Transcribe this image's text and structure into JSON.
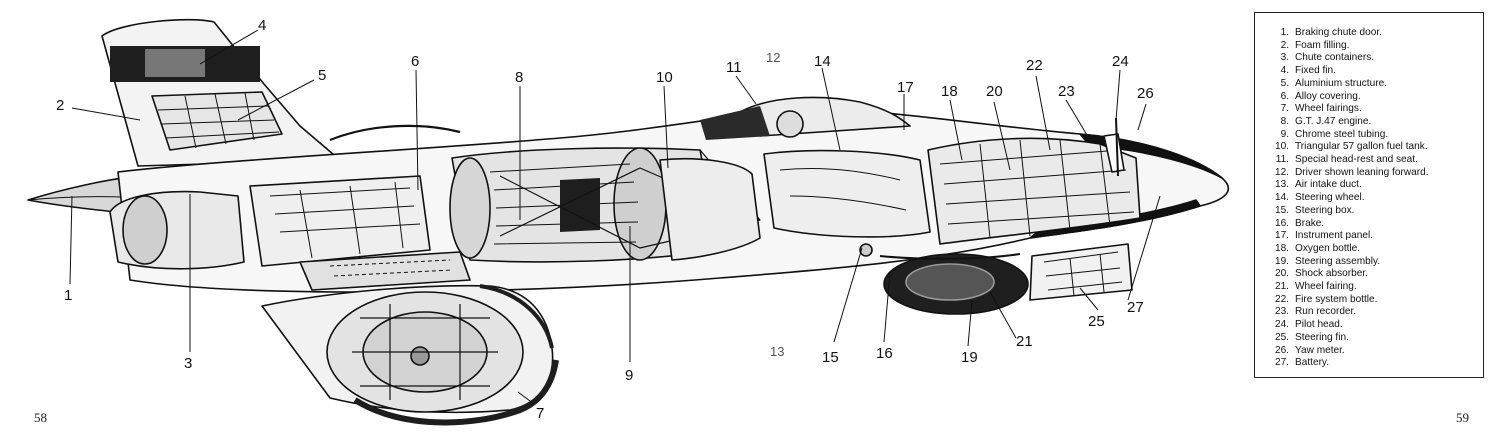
{
  "page": {
    "left_number": "58",
    "right_number": "59"
  },
  "legend": {
    "items": [
      {
        "n": "1.",
        "text": "Braking chute door."
      },
      {
        "n": "2.",
        "text": "Foam filling."
      },
      {
        "n": "3.",
        "text": "Chute containers."
      },
      {
        "n": "4.",
        "text": "Fixed fin."
      },
      {
        "n": "5.",
        "text": "Aluminium structure."
      },
      {
        "n": "6.",
        "text": "Alloy covering."
      },
      {
        "n": "7.",
        "text": "Wheel fairings."
      },
      {
        "n": "8.",
        "text": "G.T. J.47 engine."
      },
      {
        "n": "9.",
        "text": "Chrome steel tubing."
      },
      {
        "n": "10.",
        "text": "Triangular 57 gallon fuel tank."
      },
      {
        "n": "11.",
        "text": "Special head-rest and seat."
      },
      {
        "n": "12.",
        "text": "Driver shown leaning forward."
      },
      {
        "n": "13.",
        "text": "Air intake duct."
      },
      {
        "n": "14.",
        "text": "Steering wheel."
      },
      {
        "n": "15.",
        "text": "Steering box."
      },
      {
        "n": "16.",
        "text": "Brake."
      },
      {
        "n": "17.",
        "text": "Instrument panel."
      },
      {
        "n": "18.",
        "text": "Oxygen bottle."
      },
      {
        "n": "19.",
        "text": "Steering assembly."
      },
      {
        "n": "20.",
        "text": "Shock absorber."
      },
      {
        "n": "21.",
        "text": "Wheel fairing."
      },
      {
        "n": "22.",
        "text": "Fire system bottle."
      },
      {
        "n": "23.",
        "text": "Run recorder."
      },
      {
        "n": "24.",
        "text": "Pilot head."
      },
      {
        "n": "25.",
        "text": "Steering fin."
      },
      {
        "n": "26.",
        "text": "Yaw meter."
      },
      {
        "n": "27.",
        "text": "Battery."
      }
    ]
  },
  "callouts": [
    "1",
    "2",
    "3",
    "4",
    "5",
    "6",
    "7",
    "8",
    "9",
    "10",
    "11",
    "12",
    "13",
    "14",
    "15",
    "16",
    "17",
    "18",
    "19",
    "20",
    "21",
    "22",
    "23",
    "24",
    "25",
    "26",
    "27"
  ]
}
